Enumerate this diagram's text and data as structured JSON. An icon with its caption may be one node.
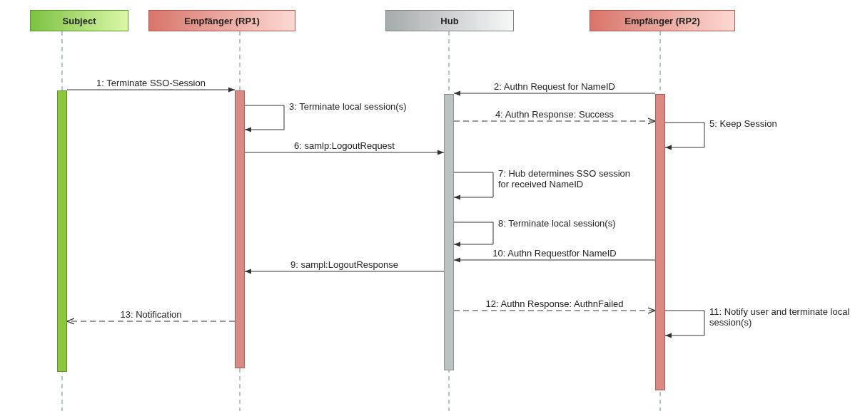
{
  "diagram": {
    "nodes": [
      {
        "text": [
          "Subject"
        ]
      },
      {
        "text": [
          "Empfänger (RP1)"
        ]
      },
      {
        "text": [
          "Hub"
        ]
      },
      {
        "text": [
          "Empfänger (RP2)"
        ]
      },
      {
        "text": [],
        "shape": "bar"
      },
      {
        "text": [],
        "shape": "bar"
      },
      {
        "text": [],
        "shape": "bar"
      },
      {
        "text": [],
        "shape": "bar"
      }
    ],
    "edges": [
      {
        "from": 4,
        "to": 5,
        "arrow": "to",
        "label": "1: Terminate SSO-Session"
      },
      {
        "from": 7,
        "to": 6,
        "arrow": "to",
        "label": "2: Authn Request for NameID"
      },
      {
        "from": 5,
        "to": 5,
        "arrow": "to",
        "label": "3: Terminate local session(s)"
      },
      {
        "from": 6,
        "to": 7,
        "arrow": "to",
        "style": "dashed",
        "label": "4: Authn Response: Success"
      },
      {
        "from": 7,
        "to": 7,
        "arrow": "to",
        "label": "5: Keep Session"
      },
      {
        "from": 5,
        "to": 6,
        "arrow": "to",
        "label": "6: samlp:LogoutRequest"
      },
      {
        "from": 6,
        "to": 6,
        "arrow": "to",
        "label": "7: Hub determines SSO session for received NameID"
      },
      {
        "from": 6,
        "to": 6,
        "arrow": "to",
        "label": "8: Terminate local session(s)"
      },
      {
        "from": 6,
        "to": 5,
        "arrow": "to",
        "label": "9: sampl:LogoutResponse"
      },
      {
        "from": 7,
        "to": 6,
        "arrow": "to",
        "label": "10: Authn Requestfor NameID"
      },
      {
        "from": 7,
        "to": 7,
        "arrow": "to",
        "label": "11: Notify user and terminate local session(s)"
      },
      {
        "from": 6,
        "to": 7,
        "arrow": "to",
        "style": "dashed",
        "label": "12: Authn Response: AuthnFailed"
      },
      {
        "from": 5,
        "to": 4,
        "arrow": "to",
        "style": "dashed",
        "label": "13: Notification"
      }
    ]
  }
}
